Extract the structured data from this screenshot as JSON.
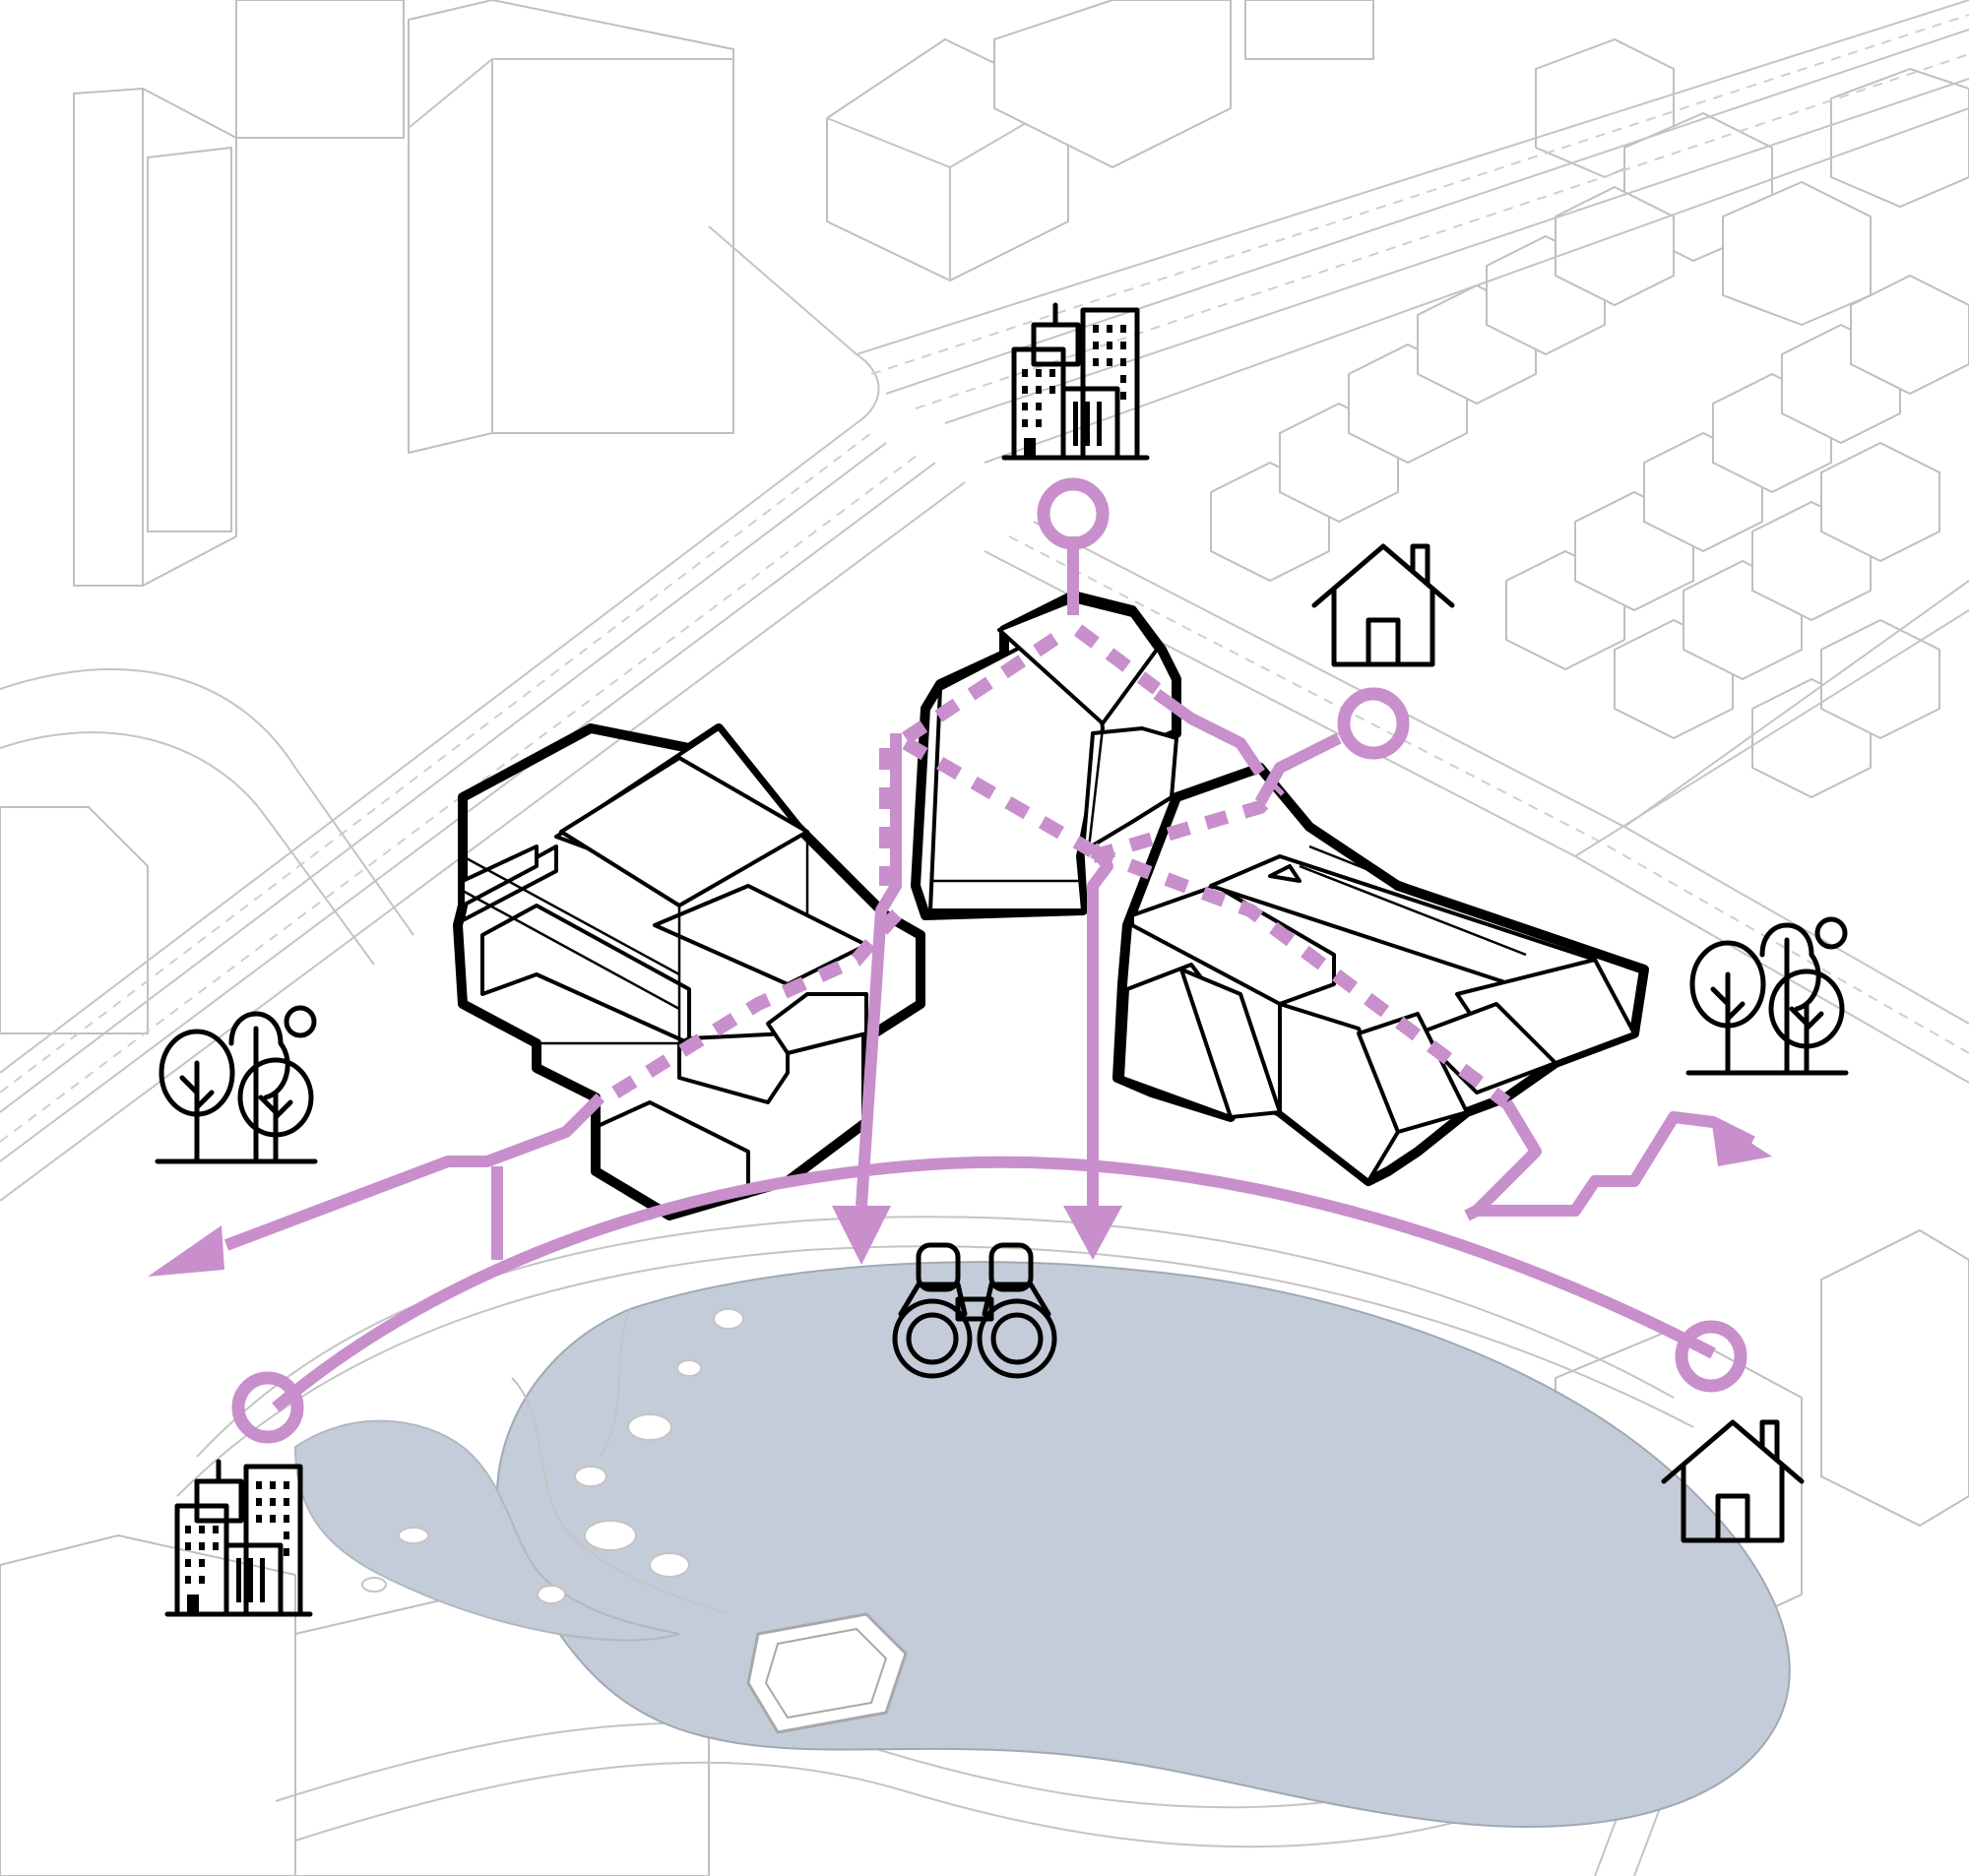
{
  "diagram": {
    "type": "urban-connectivity-axonometric",
    "colors": {
      "route": "#c88fcc",
      "lake": "#c3ccd8",
      "context_line": "#c4c4c4",
      "building_outline": "#000000",
      "background": "#ffffff"
    },
    "icons": [
      "city-buildings-icon-north",
      "city-buildings-icon-southwest",
      "house-icon-east",
      "house-icon-southeast",
      "trees-icon-west",
      "trees-icon-east",
      "binoculars-icon"
    ],
    "routes": {
      "circulation_arc": "solid",
      "internal_links": "dashed",
      "arrow_count": 4,
      "node_count": 4
    }
  }
}
